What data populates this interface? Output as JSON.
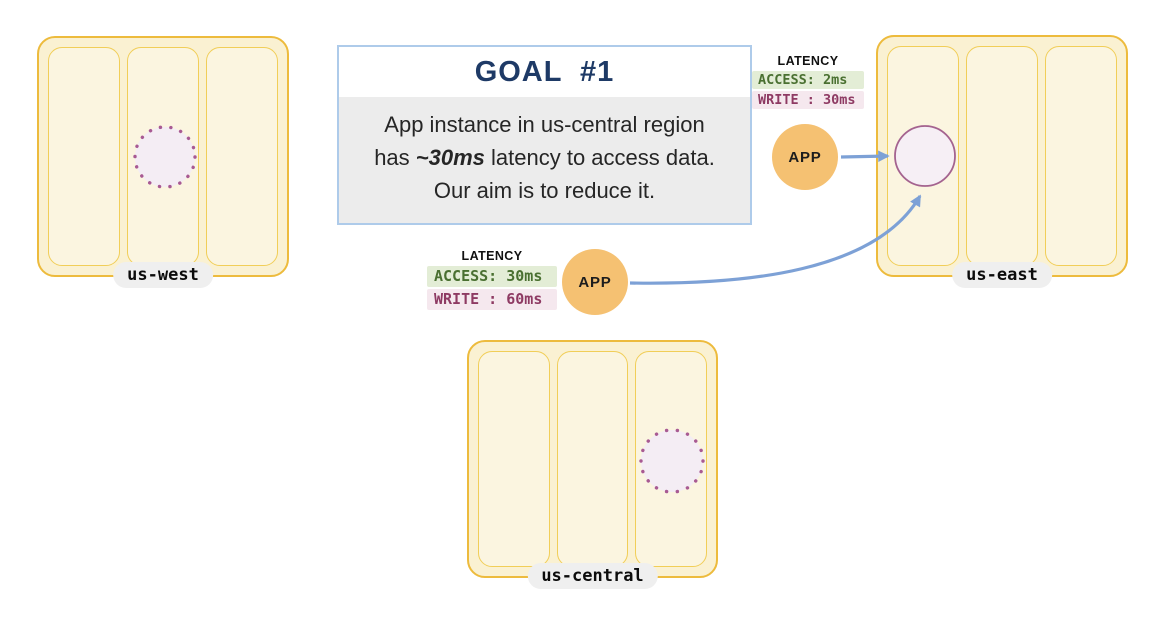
{
  "goal": {
    "title": "GOAL  #1",
    "line1": "App instance in us-central region",
    "line2_pre": "has ",
    "line2_em": "~30ms",
    "line2_post": " latency to access data.",
    "line3": "Our aim is to reduce it."
  },
  "regions": {
    "us_west": {
      "label": "us-west"
    },
    "us_east": {
      "label": "us-east"
    },
    "us_central": {
      "label": "us-central"
    }
  },
  "apps": {
    "east_app": {
      "label": "APP"
    },
    "central_app": {
      "label": "APP"
    }
  },
  "latency_east": {
    "title": "LATENCY",
    "access": "ACCESS: 2ms",
    "write": "WRITE : 30ms"
  },
  "latency_central": {
    "title": "LATENCY",
    "access": "ACCESS: 30ms",
    "write": "WRITE : 60ms"
  },
  "colors": {
    "region_fill": "#FAF1D2",
    "region_border": "#EDBB3D",
    "column_fill": "#FBF5E0",
    "column_border": "#F1CE58",
    "goal_border": "#AECBEA",
    "goal_title": "#1E3A66",
    "goal_body_bg": "#ECECEC",
    "app_fill": "#F5C172",
    "arrow": "#7DA1D6",
    "latency_green_bg": "#E3EDD6",
    "latency_green_text": "#4A7031",
    "latency_pink_bg": "#F5E8EE",
    "latency_pink_text": "#8E3A63",
    "data_circle_stroke": "#A4638F",
    "data_circle_fill": "#F6EFF5",
    "dotted_circle_stroke": "#A85A93",
    "dotted_circle_fill": "#F4EDF4",
    "label_pill_bg": "#EFEFEF"
  }
}
